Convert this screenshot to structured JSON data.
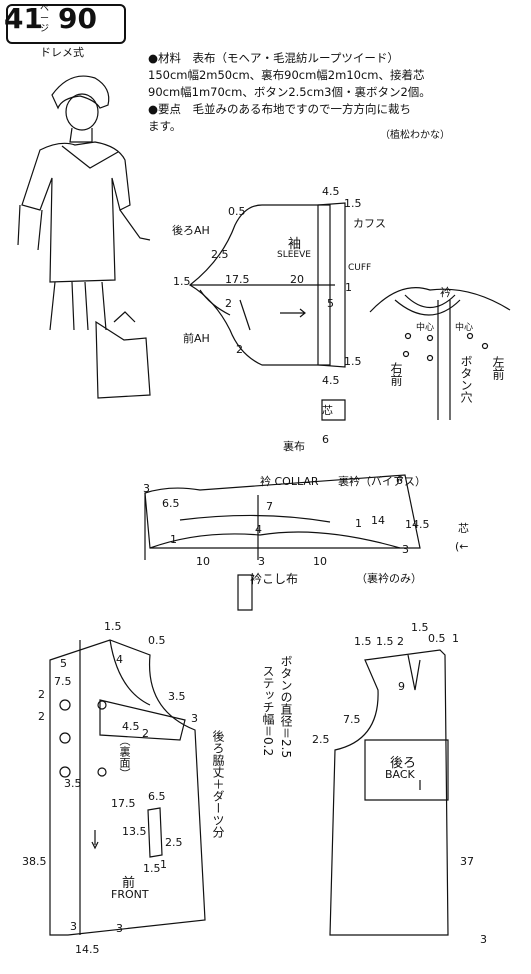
{
  "header": {
    "num_left": "41",
    "kana": "ページ",
    "num_right": "90",
    "subtitle": "ドレメ式"
  },
  "notes": {
    "line1": "●材料　表布（モヘア・毛混紡ループツイード）",
    "line2": "150cm幅2m50cm、裏布90cm幅2m10cm、接着芯",
    "line3": "90cm幅1m70cm、ボタン2.5cm3個・裏ボタン2個。",
    "line4": "●要点　毛並みのある布地ですので一方方向に裁ち",
    "line5": "ます。",
    "author": "（植松わかな）"
  },
  "sleeve": {
    "title": "袖",
    "title_en": "SLEEVE",
    "cuff": "カフス",
    "cuff_en": "CUFF",
    "back_ah": "後ろAH",
    "front_ah": "前AH",
    "n45a": "4.5",
    "n05": "0.5",
    "n25": "2.5",
    "n15a": "1.5",
    "n175": "17.5",
    "n20": "20",
    "n2a": "2",
    "n2b": "2",
    "n15b": "1.5",
    "n5": "5",
    "n1": "1",
    "n45b": "4.5",
    "n15c": "1.5",
    "lining": "裏布",
    "n6": "6",
    "interfacing": "芯"
  },
  "front_detail": {
    "collar": "衿",
    "center_r": "中心",
    "center_l": "中心",
    "right_front": "右前",
    "left_front": "左前",
    "buttonhole": "ボタン穴"
  },
  "collar": {
    "title": "衿 COLLAR",
    "under": "裏衿（バイアス）",
    "n3": "3",
    "n6": "6",
    "n65": "6.5",
    "n7": "7",
    "n4": "4",
    "n1": "1",
    "n14": "14",
    "n145": "14.5",
    "n1b": "1",
    "n10a": "10",
    "n3b": "3",
    "n3c": "3",
    "n10b": "10",
    "stand": "衿こし布",
    "under_only": "（裏衿のみ）",
    "interfacing": "芯",
    "arrow": "(←"
  },
  "front": {
    "title": "前",
    "title_en": "FRONT",
    "n15": "1.5",
    "n05": "0.5",
    "n5": "5",
    "n4": "4",
    "n75": "7.5",
    "n2a": "2",
    "n2b": "2",
    "n35a": "3.5",
    "n45": "4.5",
    "n2c": "2",
    "n3": "3",
    "facing": "（裏面）",
    "n35b": "3.5",
    "n175": "17.5",
    "n65": "6.5",
    "n135": "13.5",
    "n25": "2.5",
    "n1": "1",
    "n15b": "1.5",
    "n385": "38.5",
    "n145": "14.5",
    "n3b": "3",
    "n3c": "3",
    "side_note": "後ろ脇丈＋ダーツ分",
    "button_note": "ボタンの直径＝2.5",
    "stitch_note": "ステッチ幅＝0.2"
  },
  "back": {
    "title": "後ろ",
    "title_en": "BACK",
    "n15a": "1.5",
    "n15b": "1.5",
    "n2": "2",
    "n15c": "1.5",
    "n05": "0.5",
    "n1": "1",
    "n9": "9",
    "n75": "7.5",
    "n25": "2.5",
    "n37": "37",
    "n3": "3"
  }
}
